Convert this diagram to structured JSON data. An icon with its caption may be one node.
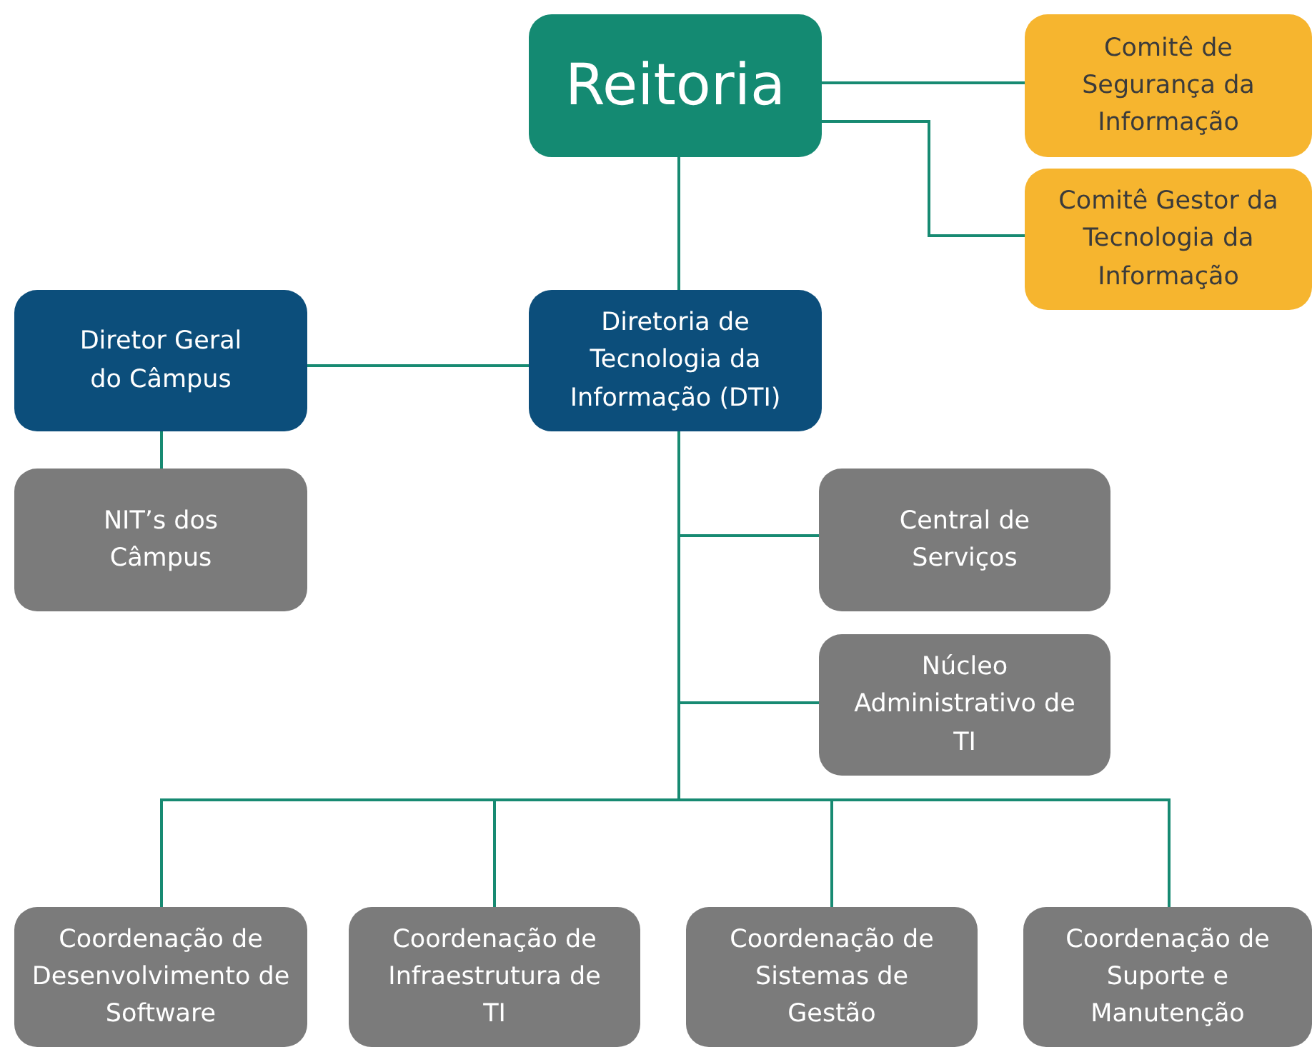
{
  "diagram": {
    "nodes": [
      {
        "text": [
          "Reitoria"
        ]
      },
      {
        "text": [
          "Comitê de Segurança da Informação"
        ]
      },
      {
        "text": [
          "Comitê Gestor da Tecnologia da Informação"
        ]
      },
      {
        "text": [
          "Diretor Geral do Câmpus"
        ]
      },
      {
        "text": [
          "Diretoria de Tecnologia da Informação (DTI)"
        ]
      },
      {
        "text": [
          "NIT’s dos Câmpus"
        ]
      },
      {
        "text": [
          "Central de Serviços"
        ]
      },
      {
        "text": [
          "Núcleo Administrativo de TI"
        ]
      },
      {
        "text": [
          "Coordenação de Desenvolvimento de Software"
        ]
      },
      {
        "text": [
          "Coordenação de Infraestrutura de TI"
        ]
      },
      {
        "text": [
          "Coordenação de Sistemas de Gestão"
        ]
      },
      {
        "text": [
          "Coordenação de Suporte e Manutenção"
        ]
      }
    ],
    "edges": [
      {
        "from": 0,
        "to": 1,
        "arrow": "none"
      },
      {
        "from": 0,
        "to": 2,
        "arrow": "none"
      },
      {
        "from": 0,
        "to": 4,
        "arrow": "none"
      },
      {
        "from": 4,
        "to": 3,
        "arrow": "none"
      },
      {
        "from": 3,
        "to": 5,
        "arrow": "none"
      },
      {
        "from": 4,
        "to": 6,
        "arrow": "none"
      },
      {
        "from": 4,
        "to": 7,
        "arrow": "none"
      },
      {
        "from": 4,
        "to": 8,
        "arrow": "none"
      },
      {
        "from": 4,
        "to": 9,
        "arrow": "none"
      },
      {
        "from": 4,
        "to": 10,
        "arrow": "none"
      },
      {
        "from": 4,
        "to": 11,
        "arrow": "none"
      }
    ]
  }
}
